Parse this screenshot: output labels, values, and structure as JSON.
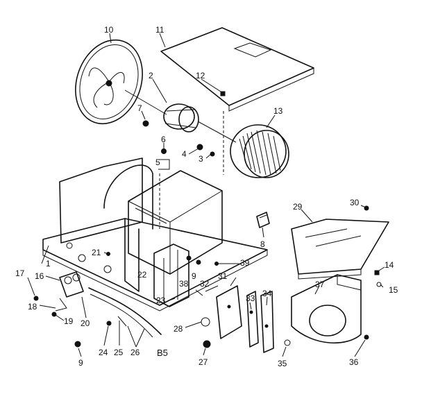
{
  "diagram": {
    "code": "B5",
    "labels": [
      "10",
      "11",
      "2",
      "12",
      "7",
      "13",
      "6",
      "5",
      "4",
      "3",
      "29",
      "30",
      "8",
      "21",
      "39",
      "14",
      "15",
      "17",
      "16",
      "22",
      "38",
      "9",
      "32",
      "31",
      "37",
      "1",
      "23",
      "33",
      "34",
      "18",
      "19",
      "20",
      "28",
      "24",
      "25",
      "26",
      "27",
      "9",
      "35",
      "36"
    ]
  }
}
